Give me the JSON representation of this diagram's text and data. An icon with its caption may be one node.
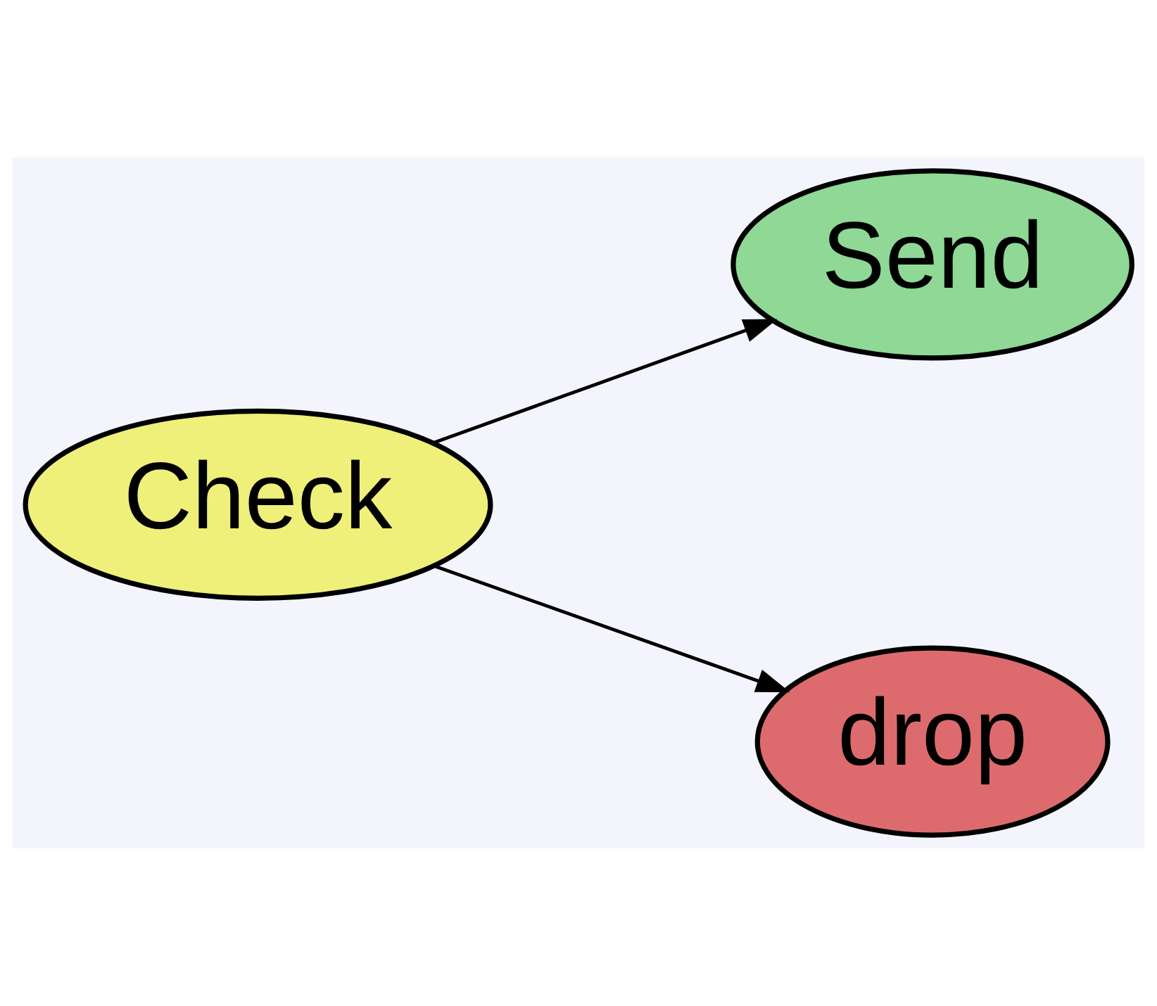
{
  "diagram": {
    "nodes": [
      {
        "text": [
          "Check"
        ]
      },
      {
        "text": [
          "Send"
        ]
      },
      {
        "text": [
          "drop"
        ]
      }
    ],
    "edges": [
      {
        "from": 0,
        "to": 1,
        "arrow": "to"
      },
      {
        "from": 0,
        "to": 2,
        "arrow": "to"
      }
    ]
  }
}
